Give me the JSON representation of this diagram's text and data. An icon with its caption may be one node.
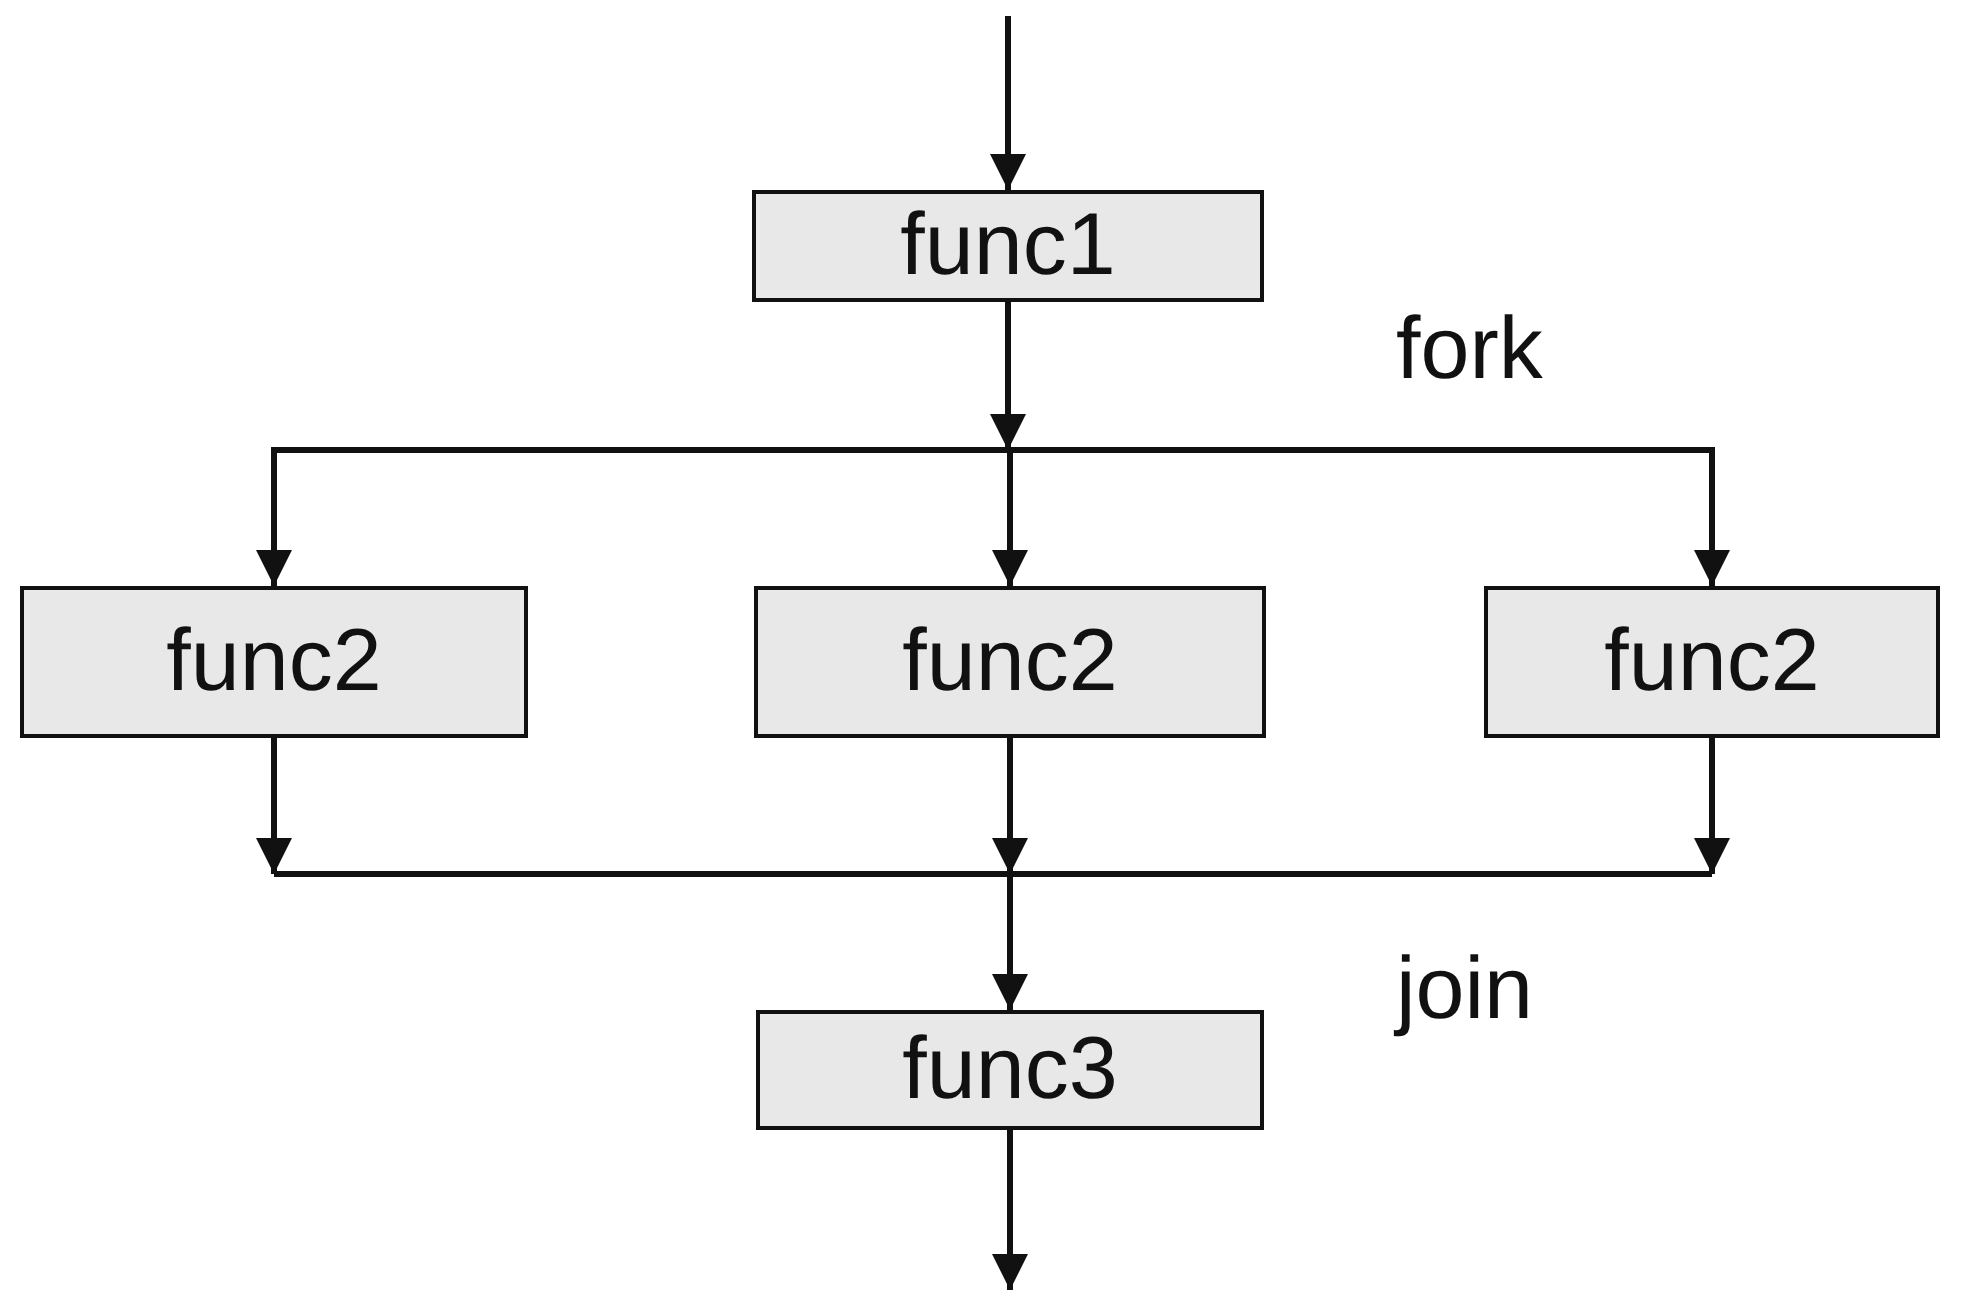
{
  "diagram": {
    "nodes": [
      {
        "text": [
          "func1"
        ]
      },
      {
        "text": [
          "func2"
        ]
      },
      {
        "text": [
          "func2"
        ]
      },
      {
        "text": [
          "func2"
        ]
      },
      {
        "text": [
          "func3"
        ]
      }
    ],
    "edges": [
      {
        "from": null,
        "to": 0,
        "arrow": "to"
      },
      {
        "from": 0,
        "to": 1,
        "arrow": "to"
      },
      {
        "from": 0,
        "to": 2,
        "arrow": "to"
      },
      {
        "from": 0,
        "to": 3,
        "arrow": "to"
      },
      {
        "from": 1,
        "to": 4,
        "arrow": "to"
      },
      {
        "from": 2,
        "to": 4,
        "arrow": "to"
      },
      {
        "from": 3,
        "to": 4,
        "arrow": "to"
      },
      {
        "from": 4,
        "to": null,
        "arrow": "to"
      }
    ],
    "labels": [
      "fork",
      "join"
    ]
  }
}
